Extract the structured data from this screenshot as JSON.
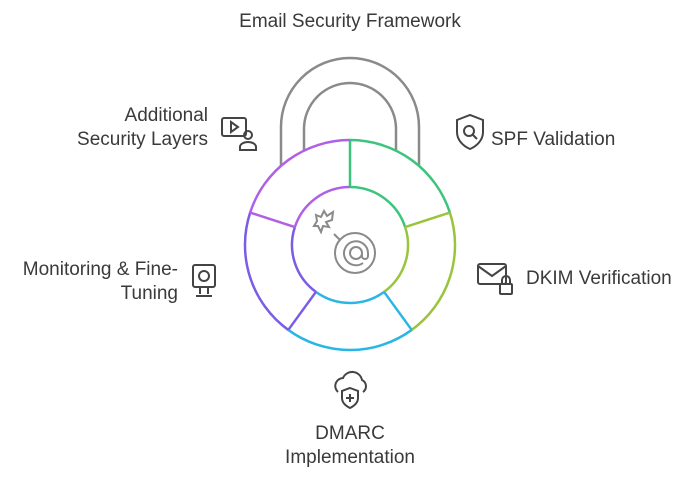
{
  "title": "Email Security Framework",
  "items": [
    {
      "label1": "SPF Validation",
      "label2": "",
      "icon": "shield-search-icon",
      "color": "#3cc47c"
    },
    {
      "label1": "DKIM Verification",
      "label2": "",
      "icon": "mail-lock-icon",
      "color": "#9ac43c"
    },
    {
      "label1": "DMARC",
      "label2": "Implementation",
      "icon": "cloud-shield-icon",
      "color": "#29b6e6"
    },
    {
      "label1": "Monitoring & Fine-",
      "label2": "Tuning",
      "icon": "webcam-icon",
      "color": "#7b5ce6"
    },
    {
      "label1": "Additional",
      "label2": "Security Layers",
      "icon": "video-user-icon",
      "color": "#b060e6"
    }
  ],
  "center_icon": "email-bomb-icon"
}
